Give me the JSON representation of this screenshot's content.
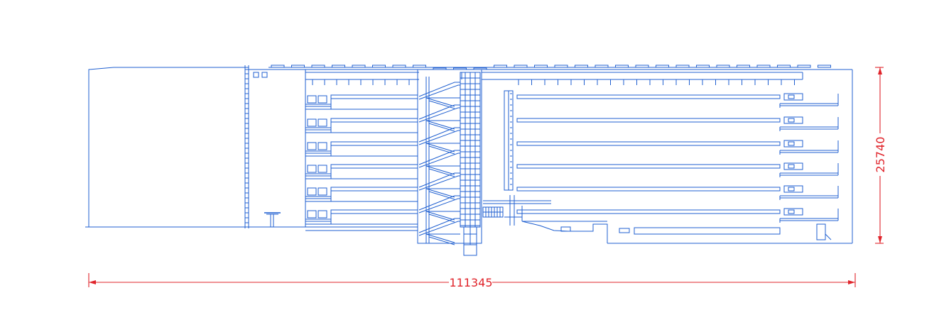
{
  "drawing": {
    "type": "building-section-elevation",
    "line_color": "#1f5fd0",
    "dimension_color": "#e0242b"
  },
  "dimensions": {
    "overall_length": "111345",
    "overall_height": "25740"
  }
}
